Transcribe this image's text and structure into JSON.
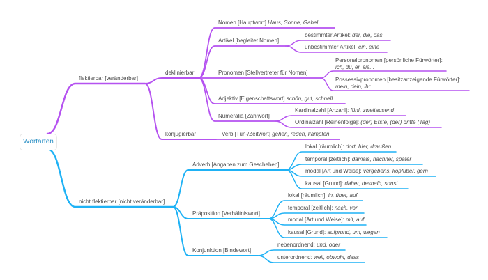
{
  "colors": {
    "purple": "#b552f0",
    "blue": "#1fb2f5",
    "text": "#4a4a4a",
    "root_text": "#2a8fc4"
  },
  "root": {
    "label": "Wortarten"
  },
  "branches": {
    "flektierbar": {
      "label": "flektierbar [veränderbar]"
    },
    "deklinierbar": {
      "label": "deklinierbar"
    },
    "konjugierbar": {
      "label": "konjugierbar"
    },
    "nomen": {
      "label": "Nomen [Hauptwort]",
      "examples": "Haus, Sonne, Gabel"
    },
    "artikel": {
      "label": "Artikel [begleitet Nomen]"
    },
    "bestimmter": {
      "label": "bestimmter Artikel:",
      "examples": "der, die, das"
    },
    "unbestimmter": {
      "label": "unbestimmter Artikel:",
      "examples": "ein, eine"
    },
    "pronomen": {
      "label": "Pronomen [Stellvertreter für Nomen]"
    },
    "personal": {
      "label": "Personalpronomen [persönliche Fürwörter]:",
      "examples": "ich, du, er, sie..."
    },
    "possessiv": {
      "label": "Possessivpronomen [besitzanzeigende Fürwörter]:",
      "examples": "mein, dein, ihr"
    },
    "adjektiv": {
      "label": "Adjektiv [Eigenschaftswort]",
      "examples": "schön, gut, schnell"
    },
    "numeralia": {
      "label": "Numeralia [Zahlwort]"
    },
    "kardinal": {
      "label": "Kardinalzahl [Anzahl]:",
      "examples": "fünf, zweitausend"
    },
    "ordinal": {
      "label": "Ordinalzahl [Reihenfolge]:",
      "examples": "(der) Erste, (der) dritte (Tag)"
    },
    "verb": {
      "label": "Verb [Tun-/Zeitwort]",
      "examples": "gehen, reden, kämpfen"
    },
    "nicht_flektierbar": {
      "label": "nicht flektierbar [nicht veränderbar]"
    },
    "adverb": {
      "label": "Adverb [Angaben zum Geschehen]"
    },
    "adv_lokal": {
      "label": "lokal [räumlich]:",
      "examples": "dort, hier, draußen"
    },
    "adv_temporal": {
      "label": "temporal [zeitlich]:",
      "examples": "damals, nachher, später"
    },
    "adv_modal": {
      "label": "modal [Art und Weise]:",
      "examples": "vergebens, kopfüber, gern"
    },
    "adv_kausal": {
      "label": "kausal [Grund]:",
      "examples": "daher, deshalb, sonst"
    },
    "praeposition": {
      "label": "Präposition [Verhältniswort]"
    },
    "pr_lokal": {
      "label": "lokal [räumlich]:",
      "examples": "in, über, auf"
    },
    "pr_temporal": {
      "label": "temporal [zeitlich]:",
      "examples": "nach, vor"
    },
    "pr_modal": {
      "label": "modal [Art und Weise]:",
      "examples": "mit, auf"
    },
    "pr_kausal": {
      "label": "kausal [Grund]:",
      "examples": "aufgrund, um, wegen"
    },
    "konjunktion": {
      "label": "Konjunktion [Bindewort]"
    },
    "neben": {
      "label": "nebenordnend:",
      "examples": "und, oder"
    },
    "unter": {
      "label": "unterordnend:",
      "examples": "weil, obwohl, dass"
    }
  }
}
